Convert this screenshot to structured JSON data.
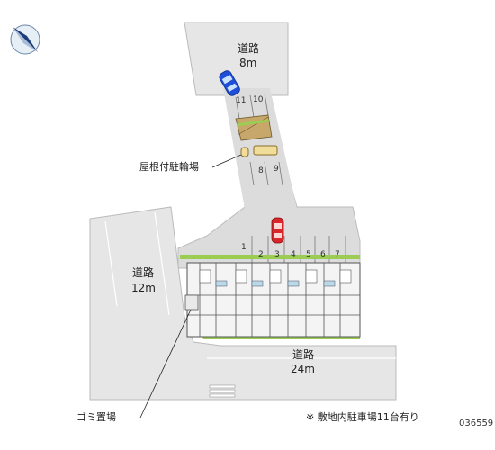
{
  "north_icon": "compass-north-arrow-icon",
  "roads": {
    "north": {
      "name": "道路",
      "width": "8m"
    },
    "west": {
      "name": "道路",
      "width": "12m"
    },
    "south": {
      "name": "道路",
      "width": "24m"
    }
  },
  "callouts": {
    "bicycle_parking": "屋根付駐輪場",
    "garbage_area": "ゴミ置場"
  },
  "parking_numbers_north": [
    "11",
    "10",
    "9",
    "8"
  ],
  "parking_numbers_lot": [
    "1",
    "2",
    "3",
    "4",
    "5",
    "6",
    "7"
  ],
  "footnote": "※ 敷地内駐車場11台有り",
  "map_code": "036559",
  "colors": {
    "road": "#e6e6e6",
    "lot": "#dcdcdc",
    "building": "#f4f4f4",
    "green": "#9acd52",
    "car_blue": "#1f4fd6",
    "car_red": "#d8262a",
    "bike_roof": "#c8a76a"
  }
}
